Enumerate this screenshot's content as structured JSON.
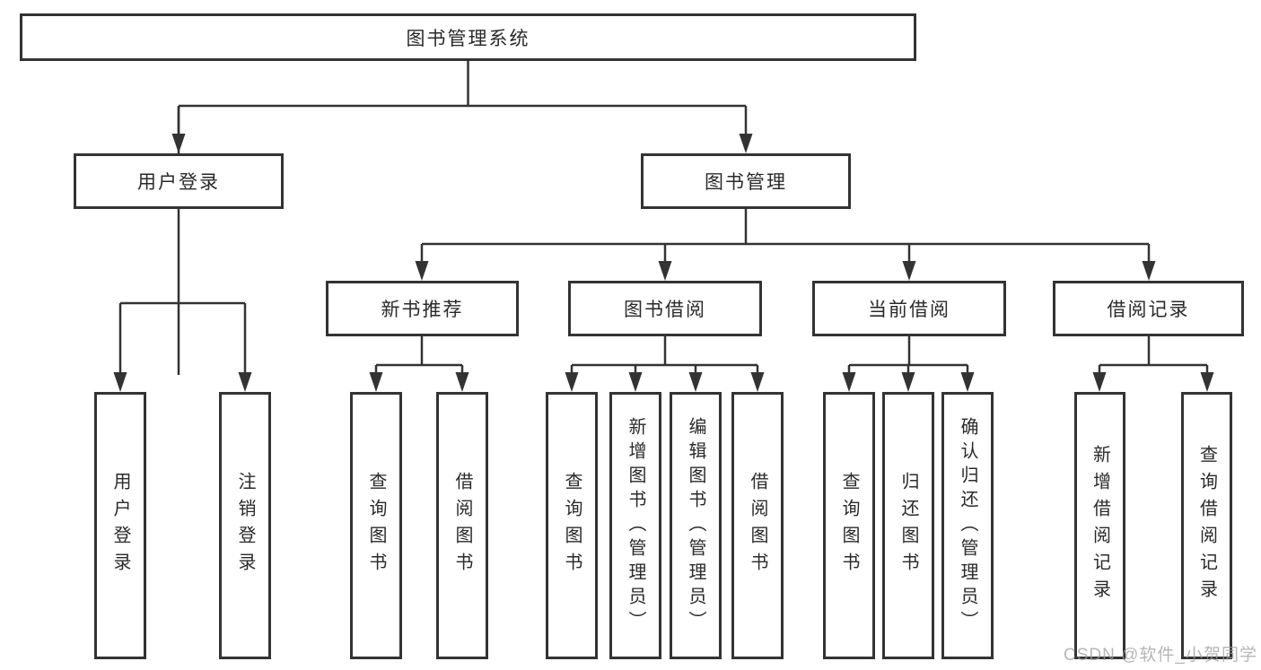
{
  "diagram": {
    "title": "图书管理系统",
    "user_branch": {
      "label": "用户登录",
      "children": [
        "用户登录",
        "注销登录"
      ]
    },
    "mgmt_branch": {
      "label": "图书管理",
      "modules": [
        {
          "label": "新书推荐",
          "children": [
            "查询图书",
            "借阅图书"
          ]
        },
        {
          "label": "图书借阅",
          "children": [
            "查询图书",
            "新增图书（管理员）",
            "编辑图书（管理员）",
            "借阅图书"
          ]
        },
        {
          "label": "当前借阅",
          "children": [
            "查询图书",
            "归还图书",
            "确认归还（管理员）"
          ]
        },
        {
          "label": "借阅记录",
          "children": [
            "新增借阅记录",
            "查询借阅记录"
          ]
        }
      ]
    }
  },
  "watermark": {
    "text": "CSDN @软件_小贺同学"
  }
}
